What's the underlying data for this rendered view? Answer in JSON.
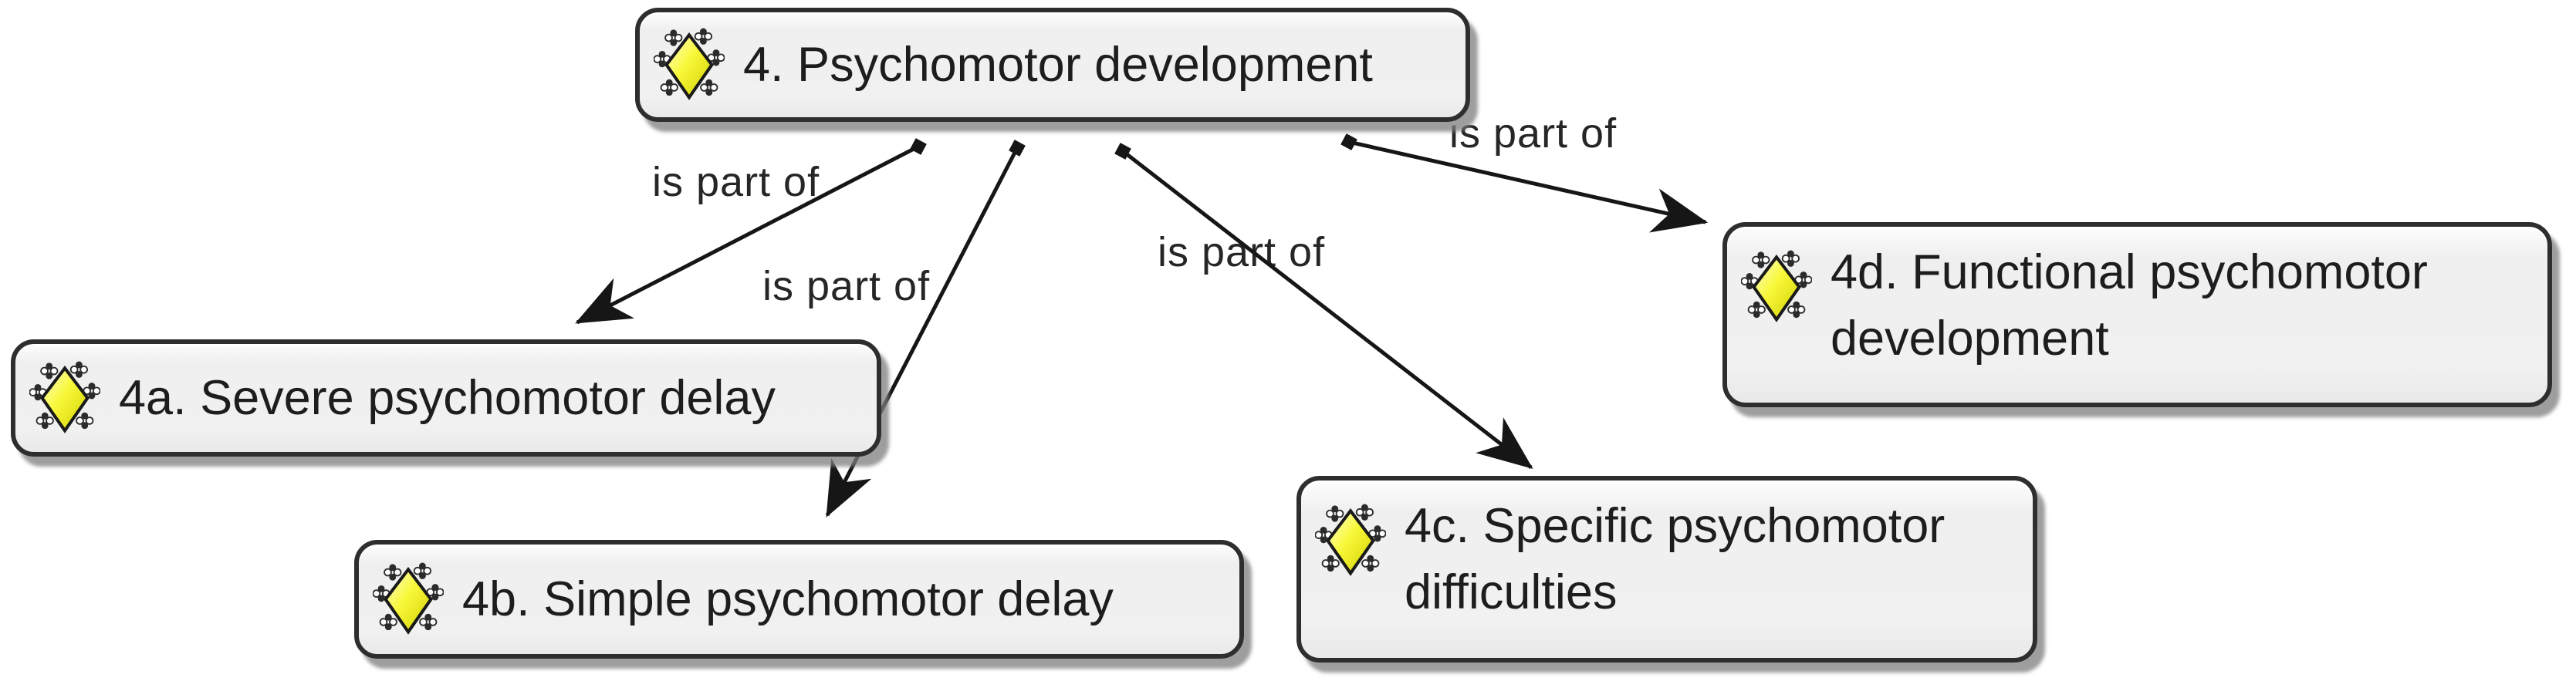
{
  "diagram": {
    "type": "concept-map",
    "relation_text": "is part of",
    "nodes": [
      {
        "id": "4",
        "label": "4. Psychomotor development",
        "icon": "diamond-sparkle-icon"
      },
      {
        "id": "4a",
        "label": "4a. Severe psychomotor delay",
        "icon": "diamond-sparkle-icon"
      },
      {
        "id": "4b",
        "label": "4b. Simple psychomotor delay",
        "icon": "diamond-sparkle-icon"
      },
      {
        "id": "4c",
        "label": "4c. Specific psychomotor difficulties",
        "icon": "diamond-sparkle-icon"
      },
      {
        "id": "4d",
        "label": "4d. Functional psychomotor development",
        "icon": "diamond-sparkle-icon"
      }
    ],
    "edges": [
      {
        "from": "4",
        "to": "4a",
        "label": "is part of"
      },
      {
        "from": "4",
        "to": "4b",
        "label": "is part of"
      },
      {
        "from": "4",
        "to": "4c",
        "label": "is part of"
      },
      {
        "from": "4",
        "to": "4d",
        "label": "is part of"
      }
    ],
    "colors": {
      "background": "#ffffff",
      "node_fill": "#f1f1f1",
      "node_border": "#2e2e2e",
      "node_text": "#1d1d1f",
      "edge": "#161616",
      "edge_label_text": "#262626",
      "icon_yellow": "#f4f414"
    }
  }
}
